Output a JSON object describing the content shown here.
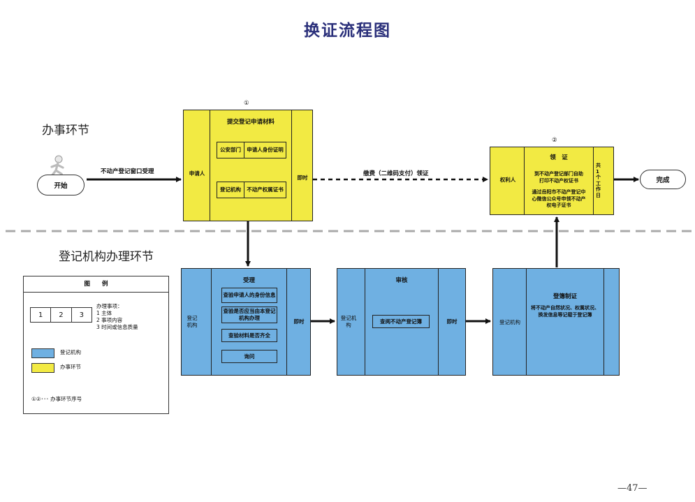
{
  "title": "换证流程图",
  "sections": {
    "top": "办事环节",
    "bottom": "登记机构办理环节"
  },
  "colors": {
    "yellow": "#f2ea43",
    "blue": "#6fb0e2",
    "title": "#2a2f7a"
  },
  "start": {
    "label": "开始",
    "icon": "running-person-icon"
  },
  "end": {
    "label": "完成"
  },
  "arrow_labels": {
    "accept": "不动产登记窗口受理",
    "pay": "缴费（二维码支付）领证"
  },
  "step1": {
    "number": "①",
    "subject": "申请人",
    "heading": "提交登记申请材料",
    "time": "即时",
    "items": [
      {
        "dept": "公安部门",
        "doc": "申请人身份证明"
      },
      {
        "dept": "登记机构",
        "doc": "不动产权属证书"
      }
    ]
  },
  "step2": {
    "number": "②",
    "subject": "权利人",
    "heading": "领　证",
    "text1": "到不动产登记部门自助打印不动产权证书",
    "text2": "通过岳阳市不动产登记中心微信公众号申领不动产权电子证书",
    "time": "共1个工作日"
  },
  "accept_box": {
    "subject": "登记机构",
    "heading": "受理",
    "time": "即时",
    "items": [
      "查验申请人的身份信息",
      "查验是否应当由本登记机构办理",
      "查验材料是否齐全",
      "询问"
    ]
  },
  "review_box": {
    "subject": "登记机构",
    "heading": "审核",
    "item": "查阅不动产登记簿",
    "time": "即时"
  },
  "register_box": {
    "subject": "登记机构",
    "heading": "登簿制证",
    "text": "将不动产自然状况、权属状况、换发信息等记载于登记簿"
  },
  "legend": {
    "title": "图　　例",
    "cells": [
      "1",
      "2",
      "3"
    ],
    "notes_title": "办理事项：",
    "notes": [
      "1 主体",
      "2 事项内容",
      "3 时间或信息质量"
    ],
    "blue_label": "登记机构",
    "yellow_label": "办事环节",
    "number_label": "①②･･･ 办事环节序号"
  },
  "page_number": "—47—"
}
